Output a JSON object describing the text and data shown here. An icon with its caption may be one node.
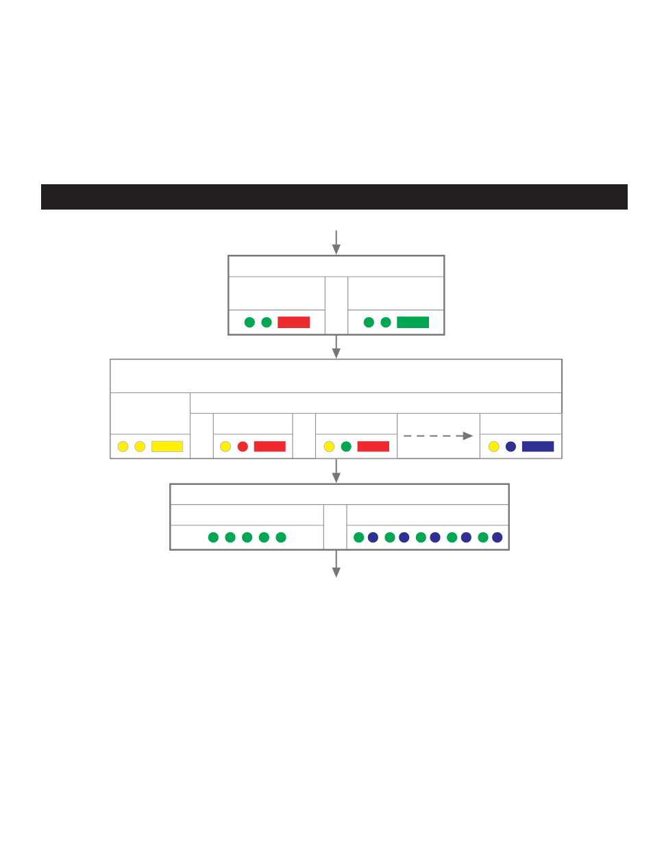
{
  "diagram": {
    "nodes": [
      {
        "text": [],
        "shape": "box"
      },
      {
        "text": [],
        "shape": "box"
      },
      {
        "text": [],
        "shape": "box"
      },
      {
        "text": [],
        "shape": "box",
        "in": 1
      },
      {
        "text": [],
        "shape": "box",
        "in": 1
      }
    ],
    "edges": [
      {
        "from": null,
        "to": 0,
        "arrow": "to"
      },
      {
        "from": 0,
        "to": 1,
        "arrow": "to"
      },
      {
        "from": 1,
        "to": 2,
        "arrow": "to"
      },
      {
        "from": 2,
        "to": null,
        "arrow": "to"
      },
      {
        "from": 3,
        "to": 4,
        "arrow": "to",
        "style": "dashed"
      }
    ]
  }
}
